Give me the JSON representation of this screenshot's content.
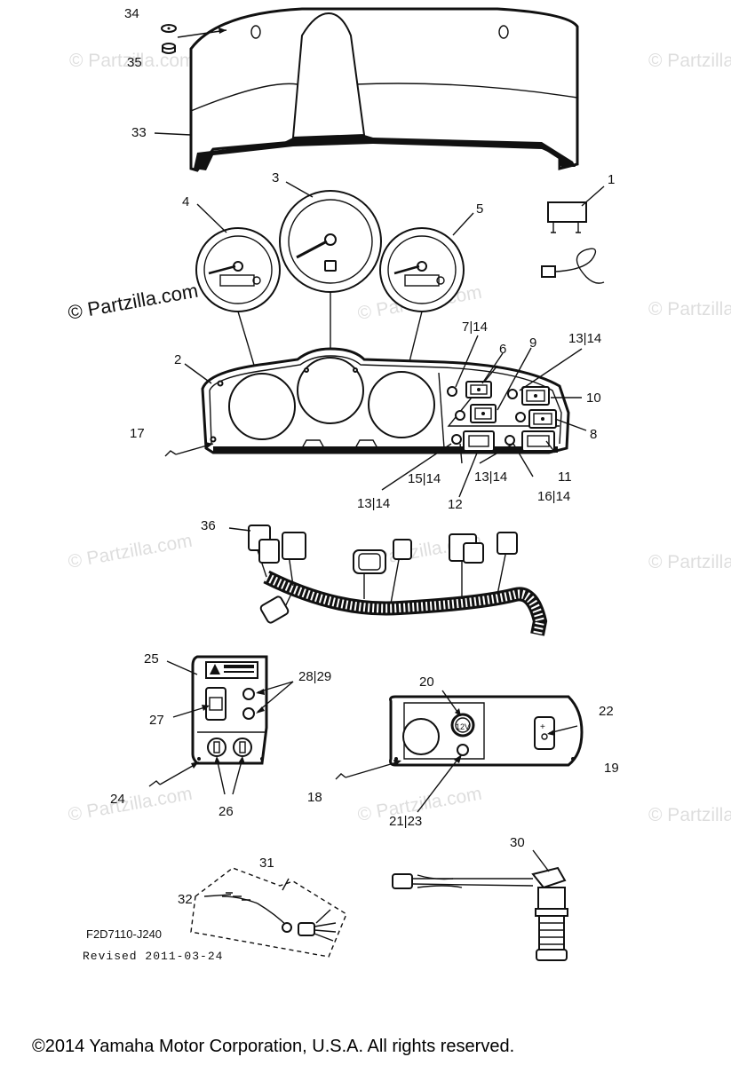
{
  "watermark": "© Partzilla.com",
  "callouts": {
    "p34": "34",
    "p35": "35",
    "p33": "33",
    "p3": "3",
    "p4": "4",
    "p5": "5",
    "p1": "1",
    "p2": "2",
    "p7_14": "7|14",
    "p6": "6",
    "p9": "9",
    "p13_14_top": "13|14",
    "p10": "10",
    "p8": "8",
    "p17": "17",
    "p11": "11",
    "p15_14": "15|14",
    "p13_14_mid": "13|14",
    "p16_14": "16|14",
    "p13_14_low": "13|14",
    "p12": "12",
    "p36": "36",
    "p25": "25",
    "p28_29": "28|29",
    "p27": "27",
    "p24": "24",
    "p26": "26",
    "p20": "20",
    "p22": "22",
    "p19": "19",
    "p18": "18",
    "p21_23": "21|23",
    "p30": "30",
    "p31": "31",
    "p32": "32"
  },
  "gauge_labels": {
    "socket": "12V"
  },
  "figure_code": "F2D7110-J240",
  "revised": "Revised 2011-03-24",
  "copyright": "©2014  Yamaha Motor Corporation, U.S.A. All rights reserved."
}
